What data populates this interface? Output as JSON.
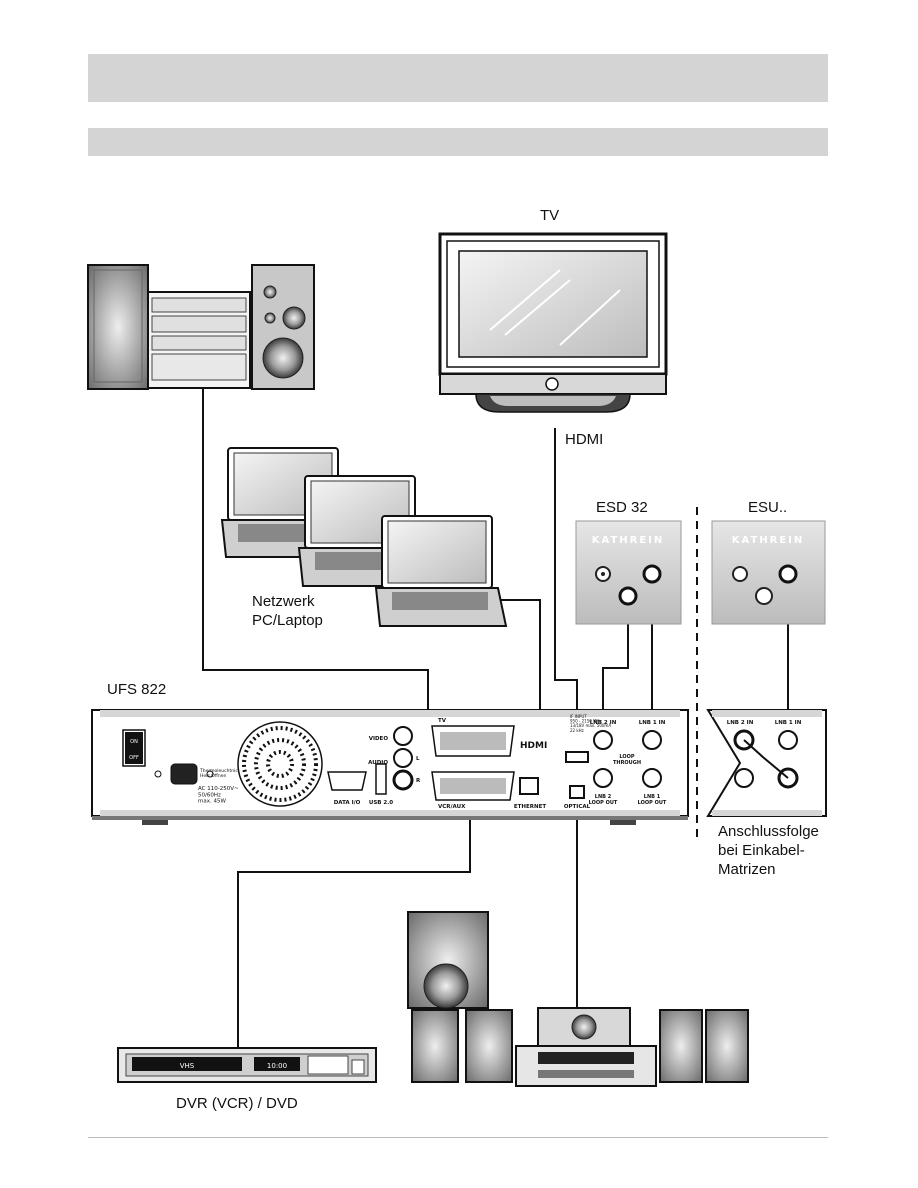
{
  "header": {
    "bar_color": "#d4d4d4"
  },
  "labels": {
    "tv": "TV",
    "hdmi": "HDMI",
    "esd32": "ESD 32",
    "esu": "ESU..",
    "network": "Netzwerk\nPC/Laptop",
    "ufs": "UFS 822",
    "anschluss": "Anschlussfolge\nbei Einkabel-\nMatrizen",
    "dvr": "DVR (VCR) / DVD"
  },
  "device_text": {
    "brand": "KATHREIN",
    "on": "ON",
    "off": "OFF",
    "power": "AC 110-250V~\n50/60Hz\nmax. 45W",
    "thermo": "Thermoleuchtnicht\nHeiz Öffnen",
    "data_io": "DATA I/O",
    "usb": "USB 2.0",
    "video": "VIDEO",
    "audio": "AUDIO",
    "l": "L",
    "r": "R",
    "tv_scart": "TV",
    "vcr_scart": "VCR/AUX",
    "ethernet": "ETHERNET",
    "optical": "OPTICAL",
    "hdmi_logo": "HDMI",
    "if_input": "IF INPUT\n950 - 2150 MHz\n13/18V max. 500mA\n22 kHz",
    "lnb2_in": "LNB 2 IN",
    "lnb1_in": "LNB 1 IN",
    "loop_through": "LOOP\nTHROUGH",
    "lnb2_loop_out": "LNB 2\nLOOP OUT",
    "lnb1_loop_out": "LNB 1\nLOOP OUT",
    "vhs": "VHS",
    "clock": "10:00"
  }
}
